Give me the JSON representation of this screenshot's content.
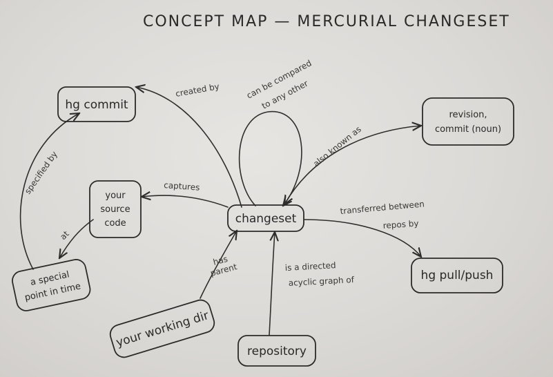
{
  "title": "CONCEPT MAP — MERCURIAL CHANGESET",
  "nodes": {
    "changeset": "changeset",
    "hg_commit": "hg commit",
    "revision_line1": "revision,",
    "revision_line2": "commit (noun)",
    "source_line1": "your",
    "source_line2": "source",
    "source_line3": "code",
    "special_line1": "a special",
    "special_line2": "point in time",
    "working_dir": "your working dir",
    "repository": "repository",
    "pull_push": "hg pull/push"
  },
  "edges": {
    "created_by": "created by",
    "compared_line1": "can be compared",
    "compared_line2": "to any other",
    "also_known_as": "also known as",
    "captures": "captures",
    "transferred_line1": "transferred between",
    "transferred_line2": "repos by",
    "specified_by": "specified by",
    "at": "at",
    "has_parent_line1": "has",
    "has_parent_line2": "parent",
    "dag_line1": "is a directed",
    "dag_line2": "acyclic graph of"
  }
}
